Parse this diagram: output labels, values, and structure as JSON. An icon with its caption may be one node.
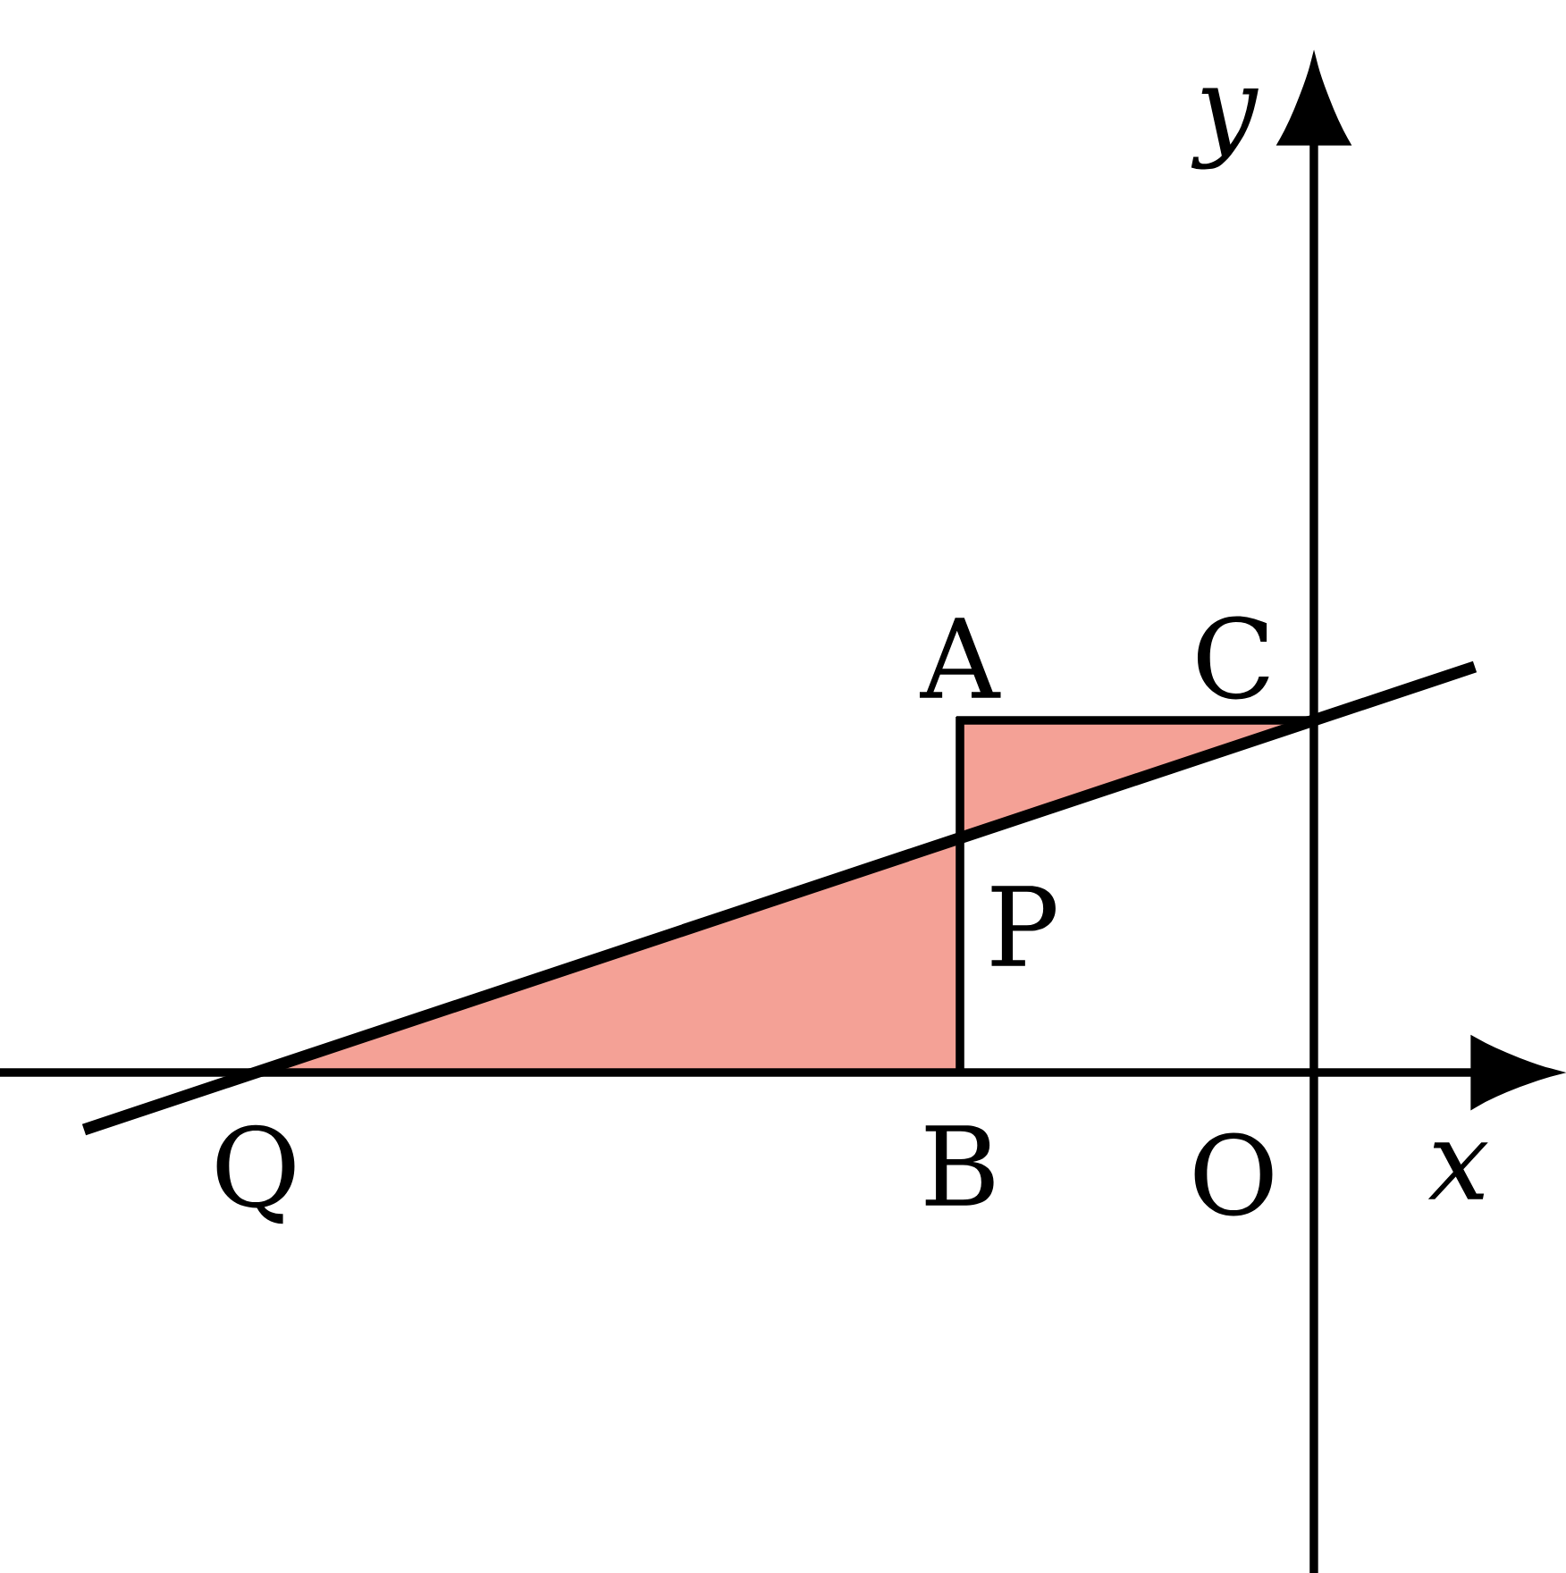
{
  "diagram": {
    "labels": [
      "y",
      "A",
      "C",
      "P",
      "Q",
      "B",
      "O",
      "x"
    ]
  }
}
